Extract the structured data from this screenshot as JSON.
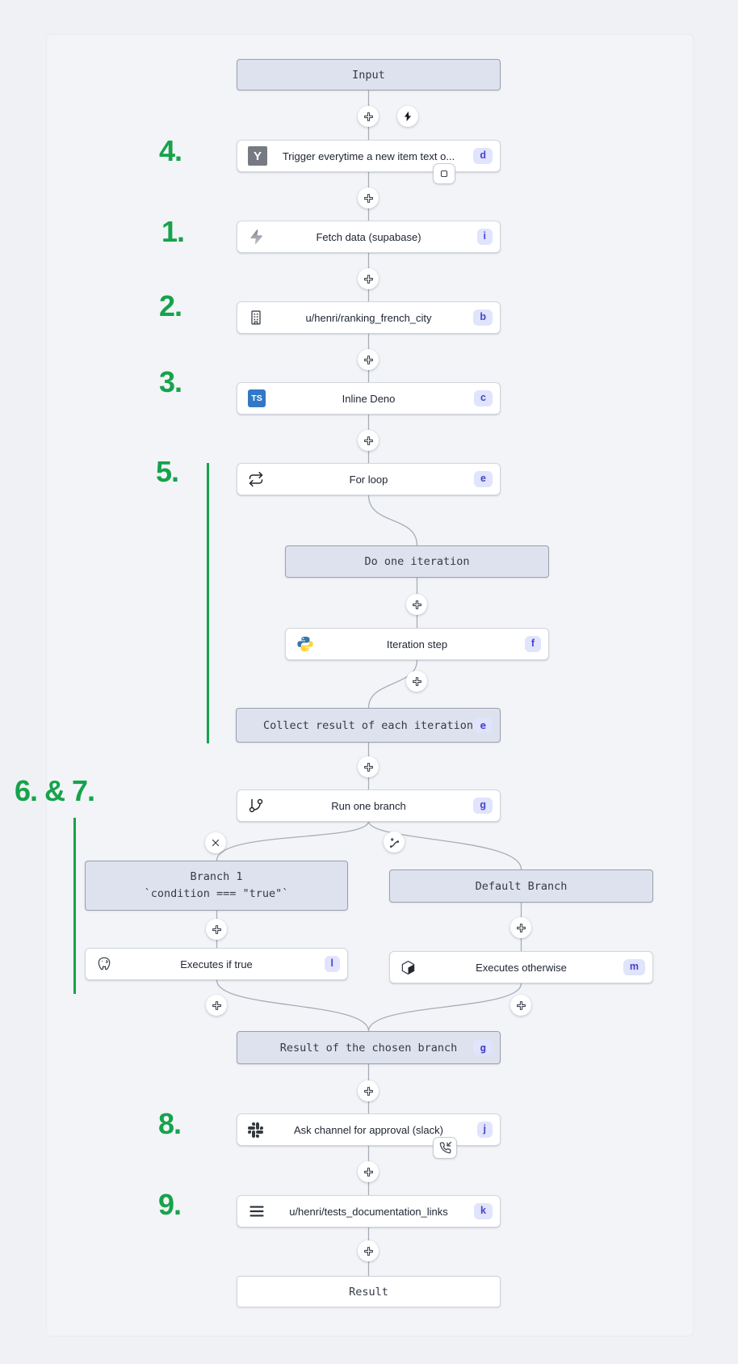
{
  "headers": {
    "input": {
      "label": "Input"
    },
    "do_one_iteration": {
      "label": "Do one iteration"
    },
    "collect": {
      "label": "Collect result of each iteration",
      "badge": "e"
    },
    "branch_1": {
      "title": "Branch 1",
      "condition": "`condition === \"true\"`"
    },
    "default_branch": {
      "label": "Default Branch"
    },
    "chosen_result": {
      "label": "Result of the chosen branch",
      "badge": "g"
    },
    "result": {
      "label": "Result"
    }
  },
  "nodes": {
    "trigger": {
      "label": "Trigger everytime a new item text o...",
      "badge": "d",
      "icon": "hackernews-icon"
    },
    "fetch": {
      "label": "Fetch data (supabase)",
      "badge": "i",
      "icon": "supabase-icon"
    },
    "ranking": {
      "label": "u/henri/ranking_french_city",
      "badge": "b",
      "icon": "building-icon"
    },
    "inline_deno": {
      "label": "Inline Deno",
      "badge": "c",
      "icon": "typescript-icon"
    },
    "for_loop": {
      "label": "For loop",
      "badge": "e",
      "icon": "repeat-icon"
    },
    "iteration_step": {
      "label": "Iteration step",
      "badge": "f",
      "icon": "python-icon"
    },
    "run_one_branch": {
      "label": "Run one branch",
      "badge": "g",
      "icon": "git-branch-icon"
    },
    "executes_if_true": {
      "label": "Executes if true",
      "badge": "l",
      "icon": "postgresql-icon"
    },
    "executes_otherwise": {
      "label": "Executes otherwise",
      "badge": "m",
      "icon": "cube-icon"
    },
    "ask_approval": {
      "label": "Ask channel for approval (slack)",
      "badge": "j",
      "icon": "slack-icon"
    },
    "tests_links": {
      "label": "u/henri/tests_documentation_links",
      "badge": "k",
      "icon": "menu-icon"
    }
  },
  "annotations": {
    "s4": "4.",
    "s1": "1.",
    "s2": "2.",
    "s3": "3.",
    "s5": "5.",
    "s67": "6. & 7.",
    "s8": "8.",
    "s9": "9."
  },
  "icons_misc": {
    "ts_label": "TS",
    "hn_label": "Y"
  },
  "colors": {
    "annotation_green": "#16a34a",
    "badge_bg": "#e0e4fc",
    "badge_text": "#4a43c8",
    "header_fill": "#dde2ee",
    "node_border": "#d3d6dc",
    "edge": "#a8adb6",
    "canvas": "#eff1f4"
  }
}
